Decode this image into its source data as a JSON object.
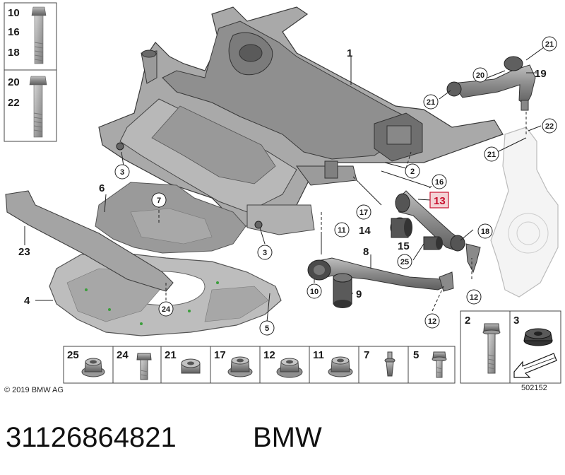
{
  "callouts": {
    "c1": "1",
    "c2": "2",
    "c3a": "3",
    "c3b": "3",
    "c4": "4",
    "c5": "5",
    "c6": "6",
    "c7": "7",
    "c8": "8",
    "c9": "9",
    "c10": "10",
    "c11": "11",
    "c12a": "12",
    "c12b": "12",
    "c13": "13",
    "c14": "14",
    "c15": "15",
    "c16": "16",
    "c17": "17",
    "c18": "18",
    "c19": "19",
    "c20": "20",
    "c21a": "21",
    "c21b": "21",
    "c21c": "21",
    "c22": "22",
    "c23": "23",
    "c24": "24",
    "c25": "25"
  },
  "topleft_box": {
    "group1": [
      "10",
      "16",
      "18"
    ],
    "group2": [
      "20",
      "22"
    ]
  },
  "fasteners": [
    {
      "id": "25",
      "icon": "flange-nut-icon"
    },
    {
      "id": "24",
      "icon": "bolt-icon"
    },
    {
      "id": "21",
      "icon": "nut-icon"
    },
    {
      "id": "17",
      "icon": "flange-nut-icon"
    },
    {
      "id": "12",
      "icon": "collar-nut-icon"
    },
    {
      "id": "11",
      "icon": "flange-nut-icon"
    },
    {
      "id": "7",
      "icon": "clip-icon"
    },
    {
      "id": "5",
      "icon": "screw-icon"
    }
  ],
  "right_box": {
    "a": "2",
    "b": "3"
  },
  "copyright": "© 2019 BMW AG",
  "diagram_number": "502152",
  "part_number": "31126864821",
  "brand": "BMW",
  "colors": {
    "highlight": "#c8102e",
    "highlight_fill": "#f3d3d6"
  }
}
